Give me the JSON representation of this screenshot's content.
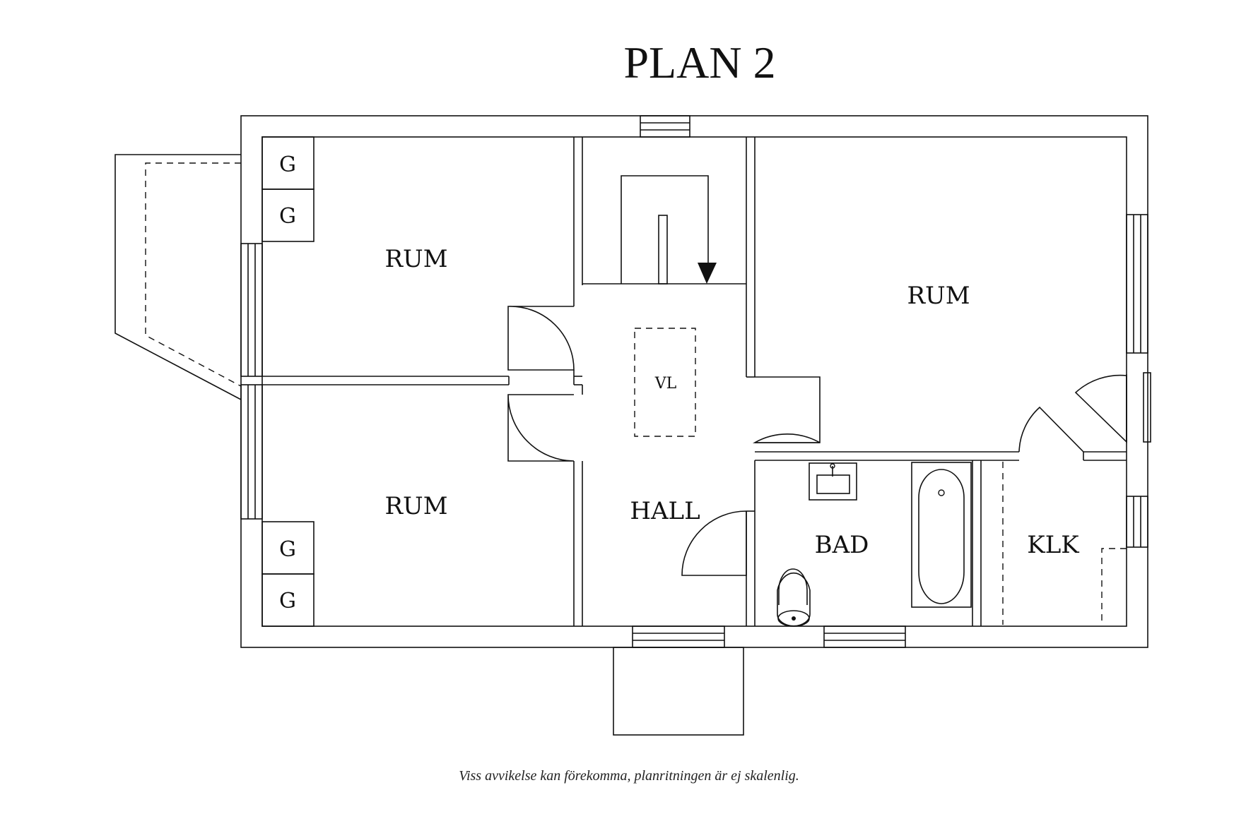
{
  "title": "PLAN 2",
  "rooms": {
    "room_top_left": "RUM",
    "room_bottom_left": "RUM",
    "room_right": "RUM",
    "hall": "HALL",
    "bath": "BAD",
    "closet": "KLK",
    "vl": "VL"
  },
  "wardrobes": [
    "G",
    "G",
    "G",
    "G"
  ],
  "disclaimer": "Viss avvikelse kan förekomma, planritningen är ej skalenlig."
}
